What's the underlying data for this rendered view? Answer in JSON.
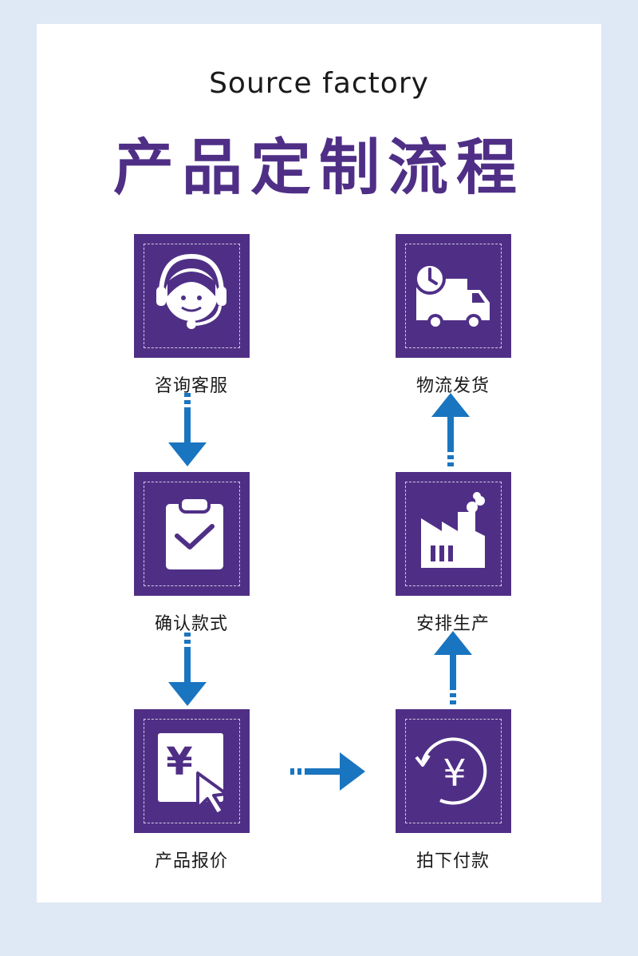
{
  "header": {
    "subtitle": "Source factory",
    "title": "产品定制流程"
  },
  "colors": {
    "background": "#dfe8f5",
    "box": "#4f2f86",
    "title": "#4f2f86",
    "arrow": "#1a75c0"
  },
  "steps": [
    {
      "label": "咨询客服",
      "icon": "headset-icon"
    },
    {
      "label": "确认款式",
      "icon": "clipboard-check-icon"
    },
    {
      "label": "产品报价",
      "icon": "yuan-price-cursor-icon"
    },
    {
      "label": "拍下付款",
      "icon": "yuan-payment-icon"
    },
    {
      "label": "安排生产",
      "icon": "factory-icon"
    },
    {
      "label": "物流发货",
      "icon": "delivery-truck-icon"
    }
  ],
  "icon_text": {
    "price_symbol": "¥",
    "payment_symbol": "¥"
  }
}
